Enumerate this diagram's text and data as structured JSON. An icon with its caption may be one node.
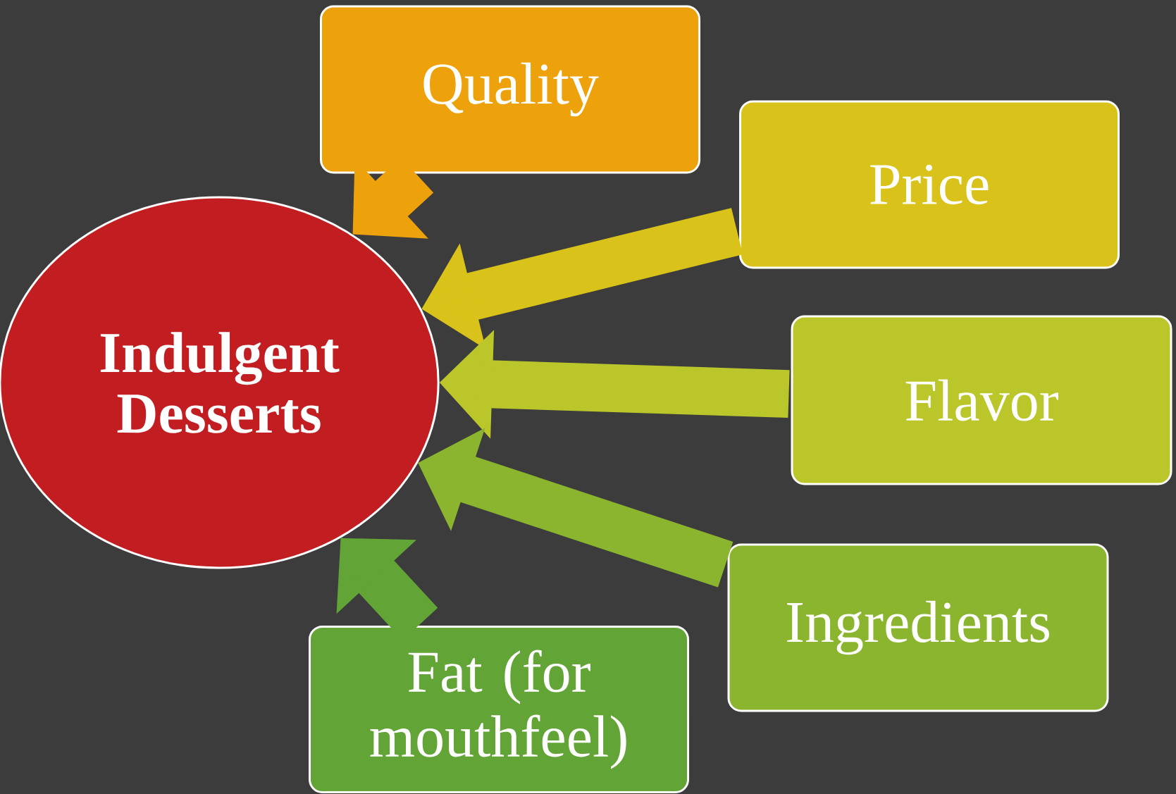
{
  "diagram": {
    "nodes": [
      {
        "text": [
          "Indulgent Desserts"
        ]
      },
      {
        "text": [
          "Quality"
        ]
      },
      {
        "text": [
          "Price"
        ]
      },
      {
        "text": [
          "Flavor"
        ]
      },
      {
        "text": [
          "Ingredients"
        ]
      },
      {
        "text": [
          "Fat (for mouthfeel)"
        ]
      }
    ],
    "edges": [
      {
        "from": 1,
        "to": 0,
        "arrow": "to",
        "color": "#eda20c"
      },
      {
        "from": 2,
        "to": 0,
        "arrow": "to",
        "color": "#d9c31a"
      },
      {
        "from": 3,
        "to": 0,
        "arrow": "to",
        "color": "#bac62a"
      },
      {
        "from": 4,
        "to": 0,
        "arrow": "to",
        "color": "#8bb52f"
      },
      {
        "from": 5,
        "to": 0,
        "arrow": "to",
        "color": "#63a437"
      }
    ]
  }
}
